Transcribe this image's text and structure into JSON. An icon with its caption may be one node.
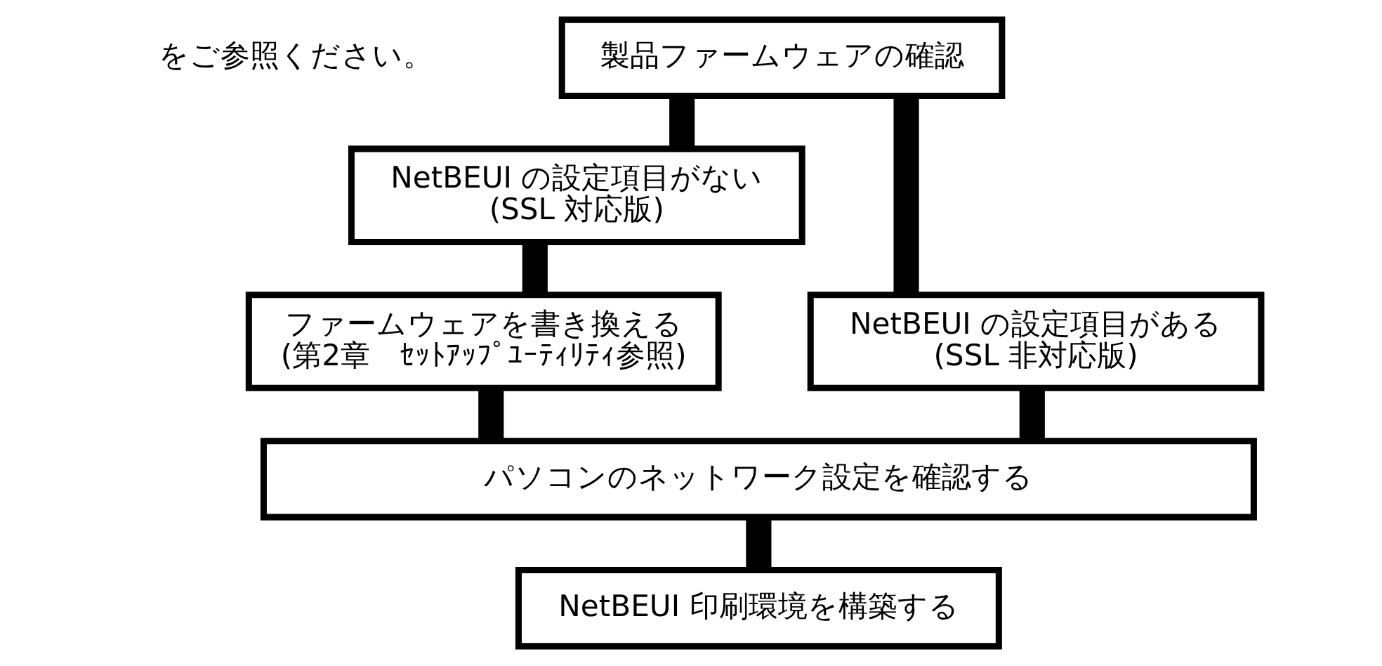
{
  "diagram": {
    "nodes": [
      {
        "text": [
          "製品ファームウェアの確認"
        ]
      },
      {
        "text": [
          "NetBEUI の設定項目がない",
          "(SSL 対応版)"
        ]
      },
      {
        "text": [
          "ファームウェアを書き換える",
          "(第2章　ｾｯﾄｱｯﾌﾟﾕｰﾃｨﾘﾃｨ参照)"
        ]
      },
      {
        "text": [
          "NetBEUI の設定項目がある",
          "(SSL 非対応版)"
        ]
      },
      {
        "text": [
          "パソコンのネットワーク設定を確認する"
        ]
      },
      {
        "text": [
          "NetBEUI 印刷環境を構築する"
        ]
      }
    ],
    "edges": [
      {
        "from": 0,
        "to": 1,
        "arrow": "none"
      },
      {
        "from": 0,
        "to": 3,
        "arrow": "none"
      },
      {
        "from": 1,
        "to": 2,
        "arrow": "none"
      },
      {
        "from": 2,
        "to": 4,
        "arrow": "none"
      },
      {
        "from": 3,
        "to": 4,
        "arrow": "none"
      },
      {
        "from": 4,
        "to": 5,
        "arrow": "none"
      }
    ],
    "labels": [
      "をご参照ください。"
    ]
  }
}
